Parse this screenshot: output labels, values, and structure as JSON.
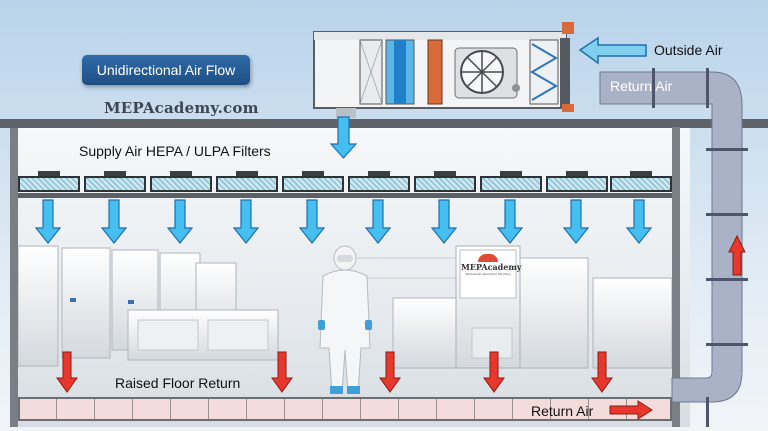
{
  "labels": {
    "badge": "Unidirectional Air Flow",
    "brand": "MEPAcademy.com",
    "outside_air": "Outside Air",
    "return_air_top": "Return Air",
    "supply_filters": "Supply Air HEPA / ULPA Filters",
    "raised_floor": "Raised Floor Return",
    "return_air_bottom": "Return Air",
    "sign_title": "MEPAcademy",
    "sign_sub": "Mechanical | Electrical | Plumbing"
  },
  "colors": {
    "supply_arrow": "#3db8e8",
    "return_arrow": "#e8382d",
    "duct": "#aab1c8",
    "badge": "#2f6aa8",
    "coil": "#d86b3a"
  },
  "icons": {
    "fan": "fan-icon",
    "filter": "filter-icon",
    "supply_arrow": "down-arrow-icon",
    "return_arrow": "down-arrow-icon"
  }
}
